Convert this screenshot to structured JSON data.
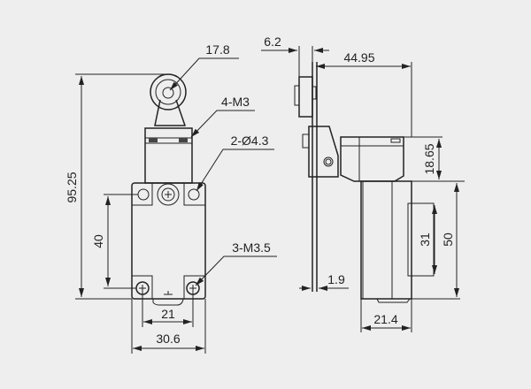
{
  "front_view": {
    "dimensions": {
      "overall_height": "95.25",
      "roller_diameter": "17.8",
      "head_screws": "4-M3",
      "mount_holes": "2-Ø4.3",
      "mount_spacing_vertical": "40",
      "bottom_screws": "3-M3.5",
      "mount_spacing_horizontal": "21",
      "body_width": "30.6"
    }
  },
  "side_view": {
    "dimensions": {
      "roller_width": "6.2",
      "overall_depth": "44.95",
      "head_height": "18.65",
      "body_height": "50",
      "bracket_height": "31",
      "lever_thickness": "1.9",
      "body_depth": "21.4"
    }
  },
  "colors": {
    "background": "#eeeeee",
    "line": "#222222"
  }
}
